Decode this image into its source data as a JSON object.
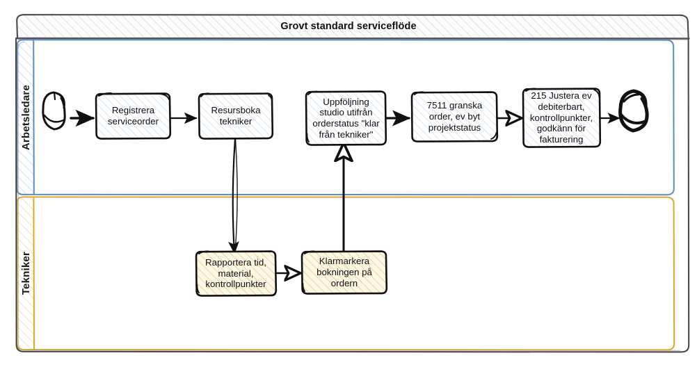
{
  "pool": {
    "title": "Grovt standard serviceflöde",
    "border_color": "#4d4d4d",
    "header_fill": "#fdfdfd",
    "header_hatch": "#c9c9c9"
  },
  "lanes": [
    {
      "id": "arbetsledare",
      "label": "Arbetsledare",
      "accent_color": "#4a7ebb",
      "fill": "#ffffff",
      "hatch_color": "#b9cde6"
    },
    {
      "id": "tekniker",
      "label": "Tekniker",
      "accent_color": "#dfa824",
      "fill": "#ffffff",
      "hatch_color": "#f0d08a"
    }
  ],
  "events": [
    {
      "id": "start",
      "type": "start-event",
      "label": "",
      "lane": "arbetsledare"
    },
    {
      "id": "end",
      "type": "end-event",
      "label": "",
      "lane": "arbetsledare"
    }
  ],
  "tasks": [
    {
      "id": "t1",
      "label": "Registrera\nserviceorder",
      "lane": "arbetsledare",
      "fill": "#ffffff",
      "hatch": "#c4d8ef"
    },
    {
      "id": "t2",
      "label": "Resursboka\ntekniker",
      "lane": "arbetsledare",
      "fill": "#ffffff",
      "hatch": "#c4d8ef"
    },
    {
      "id": "t3",
      "label": "Uppföljning\nstudio utifrån\norderstatus \"klar\nfrån tekniker\"",
      "lane": "arbetsledare",
      "fill": "#ffffff",
      "hatch": "#c4d8ef"
    },
    {
      "id": "t4",
      "label": "7511 granska\norder, ev byt\nprojektstatus",
      "lane": "arbetsledare",
      "fill": "#ffffff",
      "hatch": "#c4d8ef"
    },
    {
      "id": "t5",
      "label": "215 Justera ev\ndebiterbart,\nkontrollpunkter,\ngodkänn för\nfakturering",
      "lane": "arbetsledare",
      "fill": "#ffffff",
      "hatch": "#c4d8ef"
    },
    {
      "id": "t6",
      "label": "Rapportera tid,\nmaterial,\nkontrollpunkter",
      "lane": "tekniker",
      "fill": "#fdf7e6",
      "hatch": "#e9c57e"
    },
    {
      "id": "t7",
      "label": "Klarmarkera\nbokningen på\nordern",
      "lane": "tekniker",
      "fill": "#fdf7e6",
      "hatch": "#e9c57e"
    }
  ],
  "flows": [
    {
      "id": "f1",
      "from": "start",
      "to": "t1",
      "arrow": "filled"
    },
    {
      "id": "f2",
      "from": "t1",
      "to": "t2",
      "arrow": "filled"
    },
    {
      "id": "f3",
      "from": "t2",
      "to": "t6",
      "arrow": "filled"
    },
    {
      "id": "f4",
      "from": "t6",
      "to": "t7",
      "arrow": "hollow"
    },
    {
      "id": "f5",
      "from": "t7",
      "to": "t3",
      "arrow": "hollow"
    },
    {
      "id": "f6",
      "from": "t3",
      "to": "t4",
      "arrow": "filled"
    },
    {
      "id": "f7",
      "from": "t4",
      "to": "t5",
      "arrow": "filled"
    },
    {
      "id": "f8",
      "from": "t5",
      "to": "end",
      "arrow": "filled"
    }
  ]
}
